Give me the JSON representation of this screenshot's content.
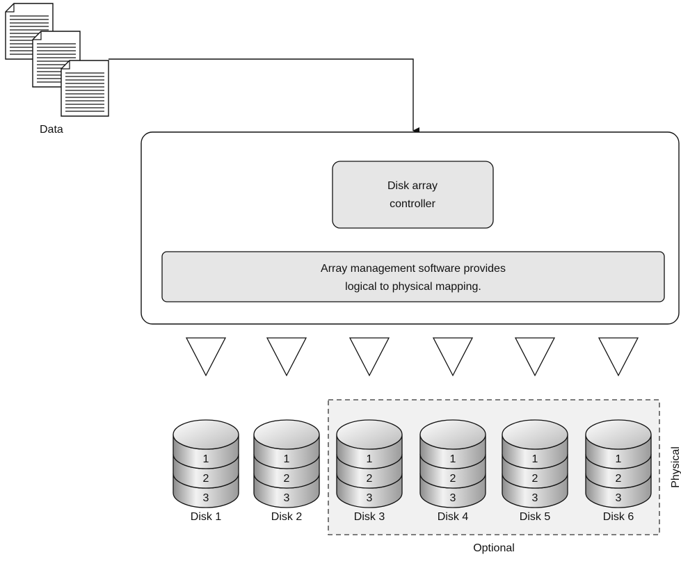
{
  "diagram": {
    "data_label": "Data",
    "controller": {
      "line1": "Disk array",
      "line2": "controller"
    },
    "software": {
      "line1": "Array management software provides",
      "line2": "logical to physical mapping."
    },
    "disks": [
      {
        "label": "Disk 1",
        "platters": [
          "1",
          "2",
          "3"
        ]
      },
      {
        "label": "Disk 2",
        "platters": [
          "1",
          "2",
          "3"
        ]
      },
      {
        "label": "Disk 3",
        "platters": [
          "1",
          "2",
          "3"
        ]
      },
      {
        "label": "Disk 4",
        "platters": [
          "1",
          "2",
          "3"
        ]
      },
      {
        "label": "Disk 5",
        "platters": [
          "1",
          "2",
          "3"
        ]
      },
      {
        "label": "Disk 6",
        "platters": [
          "1",
          "2",
          "3"
        ]
      }
    ],
    "optional_label": "Optional",
    "physical_label": "Physical"
  },
  "colors": {
    "box_fill": "#e6e6e6",
    "optional_fill": "#f1f1f1",
    "stroke": "#1a1a1a"
  }
}
